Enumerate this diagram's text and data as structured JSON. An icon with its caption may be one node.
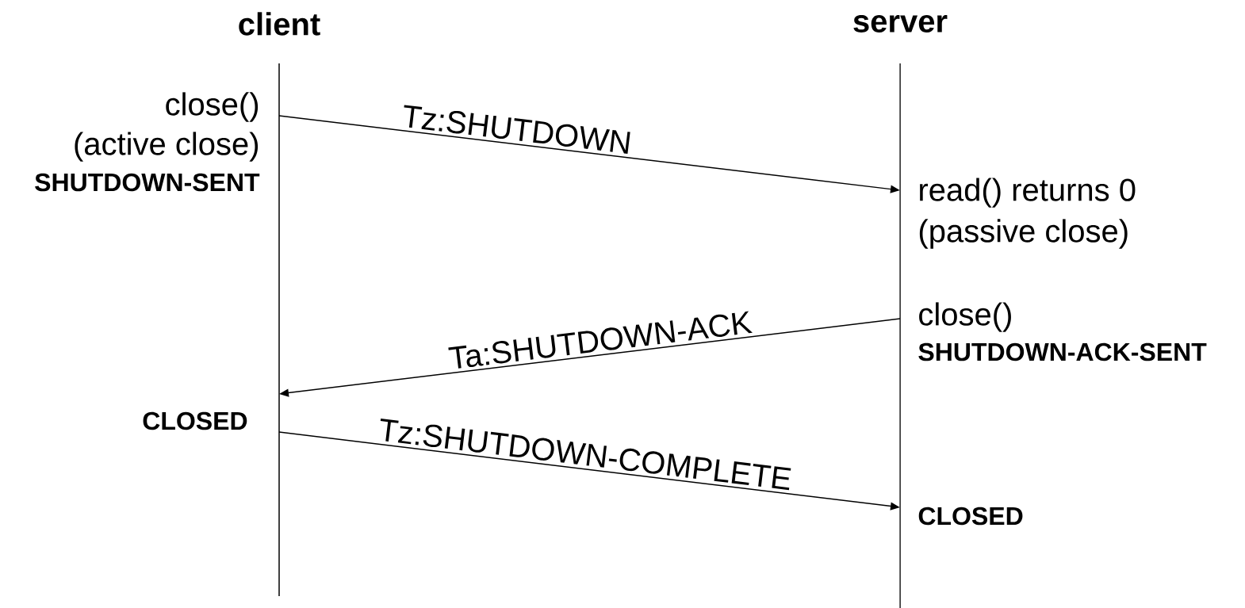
{
  "diagram": {
    "nodes": [
      {
        "text": [
          "client"
        ]
      },
      {
        "text": [
          "server"
        ]
      }
    ],
    "edges": [
      {
        "from": 0,
        "to": 1,
        "arrow": "to",
        "label": "Tz:SHUTDOWN"
      },
      {
        "from": 1,
        "to": 0,
        "arrow": "to",
        "label": "Ta:SHUTDOWN-ACK"
      },
      {
        "from": 0,
        "to": 1,
        "arrow": "to",
        "label": "Tz:SHUTDOWN-COMPLETE"
      }
    ],
    "labels": [
      "close()",
      "(active close)",
      "SHUTDOWN-SENT",
      "read() returns 0",
      "(passive close)",
      "close()",
      "SHUTDOWN-ACK-SENT",
      "CLOSED",
      "CLOSED"
    ]
  }
}
